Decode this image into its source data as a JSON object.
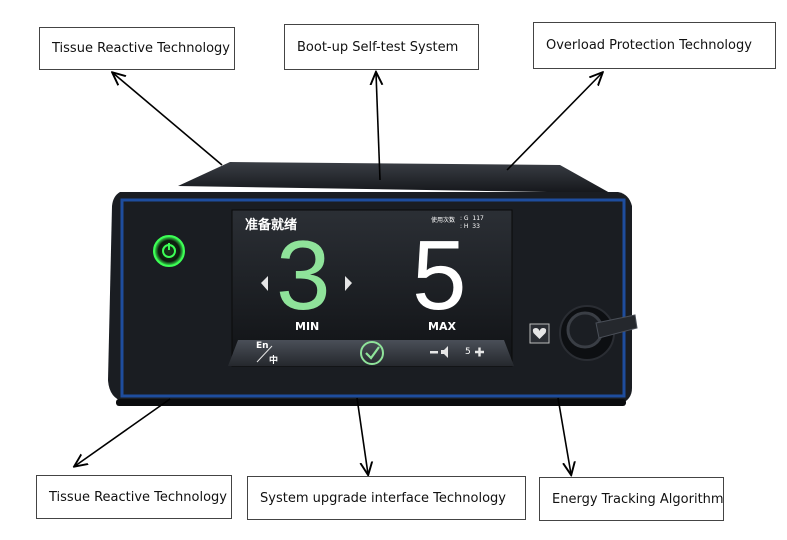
{
  "callouts": {
    "top_left": "Tissue Reactive Technology",
    "top_center": "Boot-up Self-test System",
    "top_right": "Overload Protection Technology",
    "bottom_left": "Tissue Reactive Technology",
    "bottom_center": "System upgrade interface Technology",
    "bottom_right": "Energy Tracking Algorithm"
  },
  "screen": {
    "status": "准备就绪",
    "usage_label": "使用次数",
    "usage_g": ": G  117",
    "usage_h": ": H  33",
    "left_value": "3",
    "left_unit": "MIN",
    "right_value": "5",
    "right_unit": "MAX",
    "lang_en": "En",
    "lang_cn": "中",
    "volume": "5"
  },
  "colors": {
    "accent_green": "#8fe39a",
    "device_body": "#1a1d22",
    "bezel_blue": "#1e4d9e"
  }
}
